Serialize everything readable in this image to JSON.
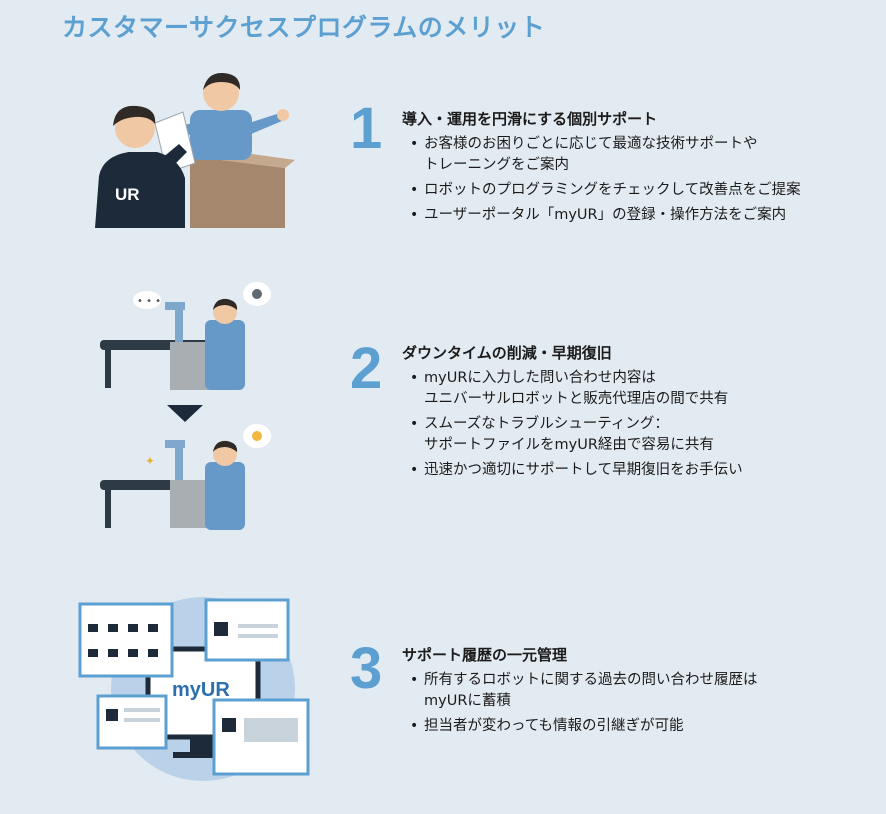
{
  "page": {
    "title": "カスタマーサクセスプログラムのメリット"
  },
  "sections": [
    {
      "number": "1",
      "heading": "導入・運用を円滑にする個別サポート",
      "bullets": [
        "お客様のお困りごとに応じて最適な技術サポートや\nトレーニングをご案内",
        "ロボットのプログラミングをチェックして改善点をご提案",
        "ユーザーポータル「myUR」の登録・操作方法をご案内"
      ]
    },
    {
      "number": "2",
      "heading": "ダウンタイムの削減・早期復旧",
      "bullets": [
        "myURに入力した問い合わせ内容は\nユニバーサルロボットと販売代理店の間で共有",
        "スムーズなトラブルシューティング：\nサポートファイルをmyUR経由で容易に共有",
        "迅速かつ適切にサポートして早期復旧をお手伝い"
      ]
    },
    {
      "number": "3",
      "heading": "サポート履歴の一元管理",
      "bullets": [
        "所有するロボットに関する過去の問い合わせ履歴は\nmyURに蓄積",
        "担当者が変わっても情報の引継ぎが可能"
      ]
    }
  ],
  "illustration": {
    "shirt_logo": "UR",
    "monitor_label": "myUR"
  },
  "colors": {
    "accent": "#5c9fd1",
    "background": "#e3ebf2",
    "shirt": "#6699c8",
    "dark": "#1d2a3a"
  }
}
